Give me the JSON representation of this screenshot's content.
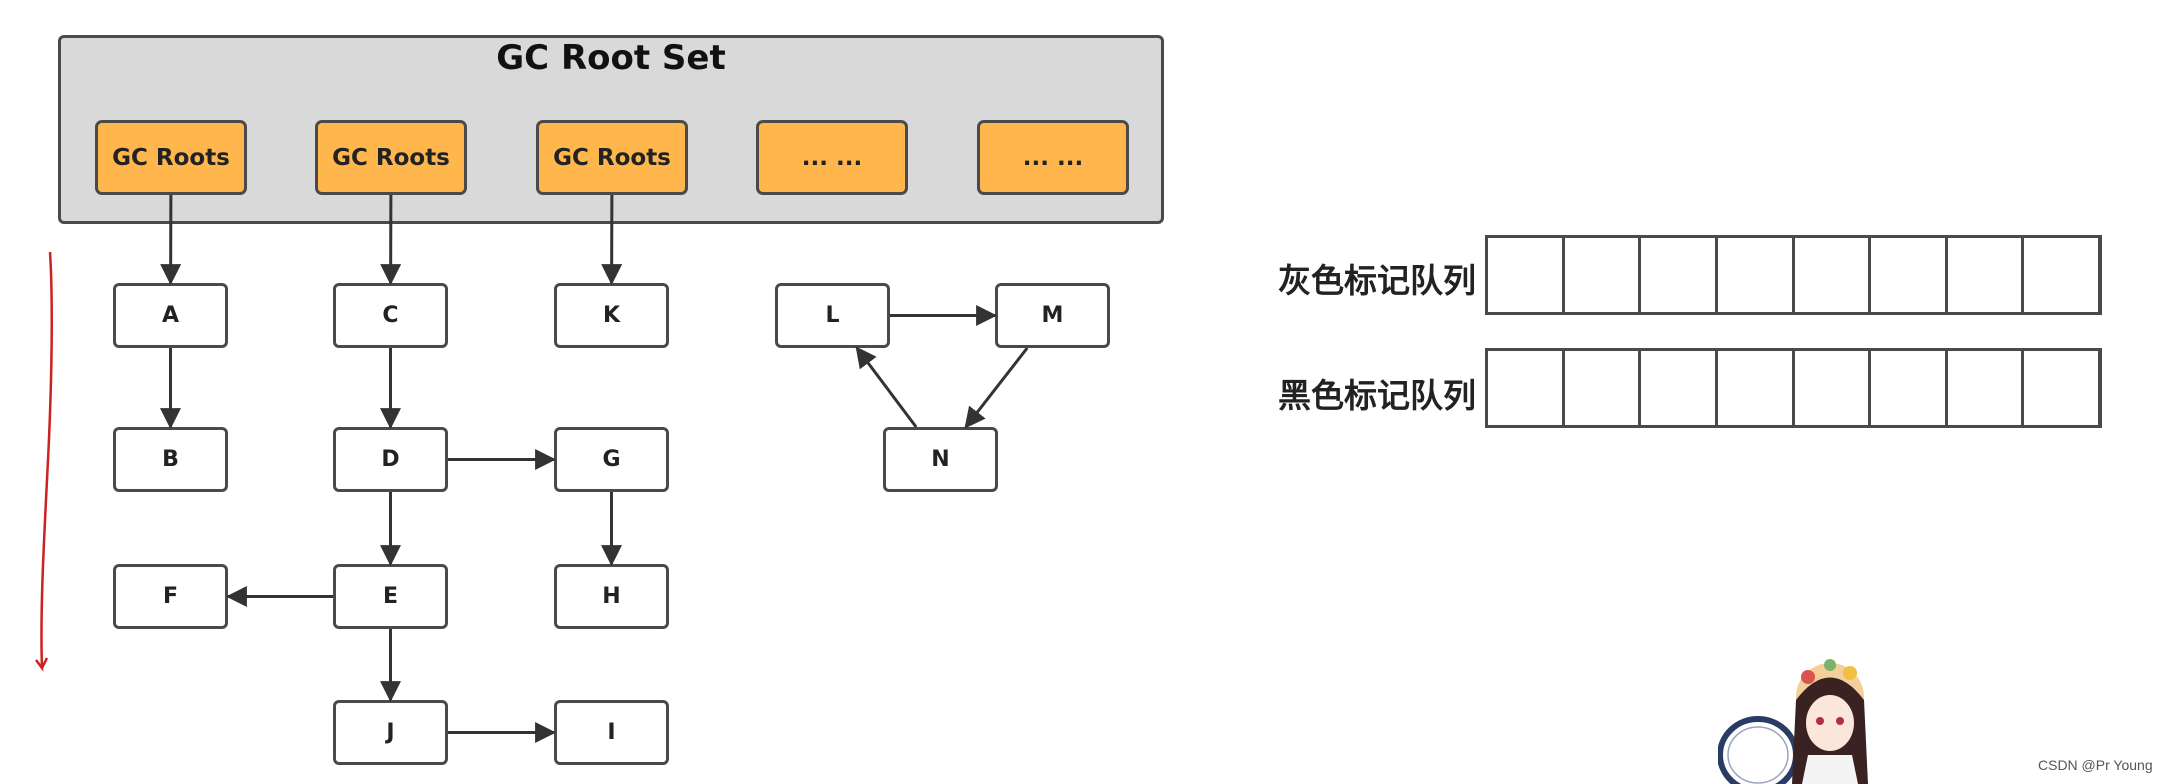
{
  "root_set": {
    "title": "GC Root Set",
    "roots": [
      {
        "id": "r1",
        "label": "GC Roots"
      },
      {
        "id": "r2",
        "label": "GC Roots"
      },
      {
        "id": "r3",
        "label": "GC Roots"
      },
      {
        "id": "r4",
        "label": "... ..."
      },
      {
        "id": "r5",
        "label": "... ..."
      }
    ]
  },
  "nodes": [
    {
      "id": "A",
      "label": "A"
    },
    {
      "id": "B",
      "label": "B"
    },
    {
      "id": "C",
      "label": "C"
    },
    {
      "id": "D",
      "label": "D"
    },
    {
      "id": "E",
      "label": "E"
    },
    {
      "id": "F",
      "label": "F"
    },
    {
      "id": "G",
      "label": "G"
    },
    {
      "id": "H",
      "label": "H"
    },
    {
      "id": "I",
      "label": "I"
    },
    {
      "id": "J",
      "label": "J"
    },
    {
      "id": "K",
      "label": "K"
    },
    {
      "id": "L",
      "label": "L"
    },
    {
      "id": "M",
      "label": "M"
    },
    {
      "id": "N",
      "label": "N"
    }
  ],
  "edges": [
    [
      "r1",
      "A"
    ],
    [
      "r2",
      "C"
    ],
    [
      "r3",
      "K"
    ],
    [
      "A",
      "B"
    ],
    [
      "C",
      "D"
    ],
    [
      "D",
      "G"
    ],
    [
      "D",
      "E"
    ],
    [
      "G",
      "H"
    ],
    [
      "E",
      "F"
    ],
    [
      "E",
      "J"
    ],
    [
      "J",
      "I"
    ],
    [
      "L",
      "M"
    ],
    [
      "M",
      "N"
    ],
    [
      "N",
      "L"
    ]
  ],
  "queues": {
    "gray": {
      "label": "灰色标记队列",
      "slots": 8
    },
    "black": {
      "label": "黑色标记队列",
      "slots": 8
    }
  },
  "colors": {
    "root_fill": "#ffb74d",
    "root_set_fill": "#d9d9d9",
    "stroke": "#4a4a4a",
    "annotation": "#cc2222"
  },
  "watermark": "CSDN @Pr Young"
}
